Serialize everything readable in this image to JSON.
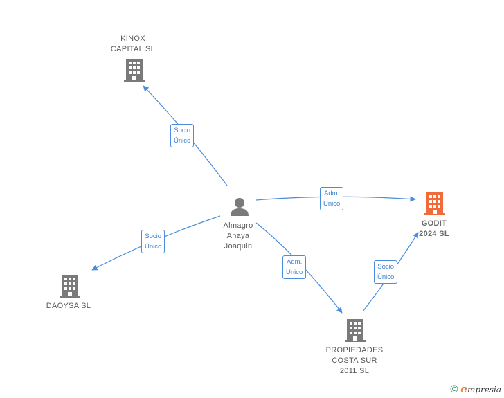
{
  "colors": {
    "edge": "#4a8ddc",
    "building_gray": "#7a7a7a",
    "building_highlight": "#f06a3a",
    "person": "#7a7a7a"
  },
  "nodes": {
    "person": {
      "lines": [
        "Almagro",
        "Anaya",
        "Joaquin"
      ],
      "icon": "person-icon"
    },
    "kinox": {
      "lines": [
        "KINOX",
        "CAPITAL  SL"
      ],
      "icon": "building-icon"
    },
    "godit": {
      "lines": [
        "GODIT",
        "2024  SL"
      ],
      "icon": "building-icon"
    },
    "daoysa": {
      "lines": [
        "DAOYSA  SL"
      ],
      "icon": "building-icon"
    },
    "propiedades": {
      "lines": [
        "PROPIEDADES",
        "COSTA SUR",
        "2011 SL"
      ],
      "icon": "building-icon"
    }
  },
  "relations": {
    "person_kinox": {
      "lines": [
        "Socio",
        "Único"
      ]
    },
    "person_godit": {
      "lines": [
        "Adm.",
        "Unico"
      ]
    },
    "person_daoysa": {
      "lines": [
        "Socio",
        "Único"
      ]
    },
    "person_propiedades": {
      "lines": [
        "Adm.",
        "Unico"
      ]
    },
    "propiedades_godit": {
      "lines": [
        "Socio",
        "Único"
      ]
    }
  },
  "footer": {
    "copyright": "©",
    "brand_initial": "e",
    "brand_rest": "mpresia"
  }
}
